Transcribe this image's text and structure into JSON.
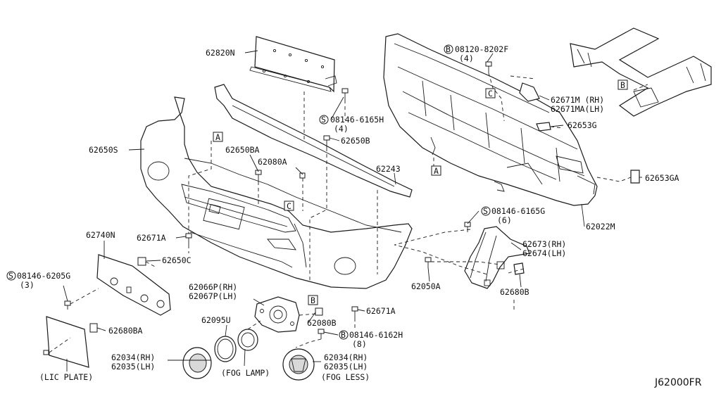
{
  "parts": {
    "p62820N": "62820N",
    "p08120_8202F": "08120-8202F",
    "p08120_qty": "(4)",
    "p62671M": "62671M (RH)",
    "p62671MA": "62671MA(LH)",
    "p08146_6165H": "08146-6165H",
    "p08146_6165H_qty": "(4)",
    "p62653G": "62653G",
    "p62650B": "62650B",
    "p62650S": "62650S",
    "p62650BA": "62650BA",
    "p62080A": "62080A",
    "p62243": "62243",
    "p62653GA": "62653GA",
    "p62022M": "62022M",
    "p62740N": "62740N",
    "p62671A_1": "62671A",
    "p62650C": "62650C",
    "p08146_6165G": "08146-6165G",
    "p08146_6165G_qty": "(6)",
    "p62673": "62673(RH)",
    "p62674": "62674(LH)",
    "p08146_6205G": "08146-6205G",
    "p08146_6205G_qty": "(3)",
    "p62050A": "62050A",
    "p62680B": "62680B",
    "p62066P": "62066P(RH)",
    "p62067P": "62067P(LH)",
    "p62095U": "62095U",
    "p62080B": "62080B",
    "p62671A_2": "62671A",
    "p08146_6162H": "08146-6162H",
    "p08146_6162H_qty": "(8)",
    "p62680BA": "62680BA",
    "p62034_a": "62034(RH)",
    "p62035_a": "62035(LH)",
    "p62034_b": "62034(RH)",
    "p62035_b": "62035(LH)",
    "fog_lamp": "(FOG LAMP)",
    "fog_less": "(FOG LESS)",
    "lic_plate": "(LIC PLATE)"
  },
  "markers": {
    "A": "A",
    "B": "B",
    "C": "C",
    "S": "S",
    "Bc": "B"
  },
  "figure_code": "J62000FR"
}
